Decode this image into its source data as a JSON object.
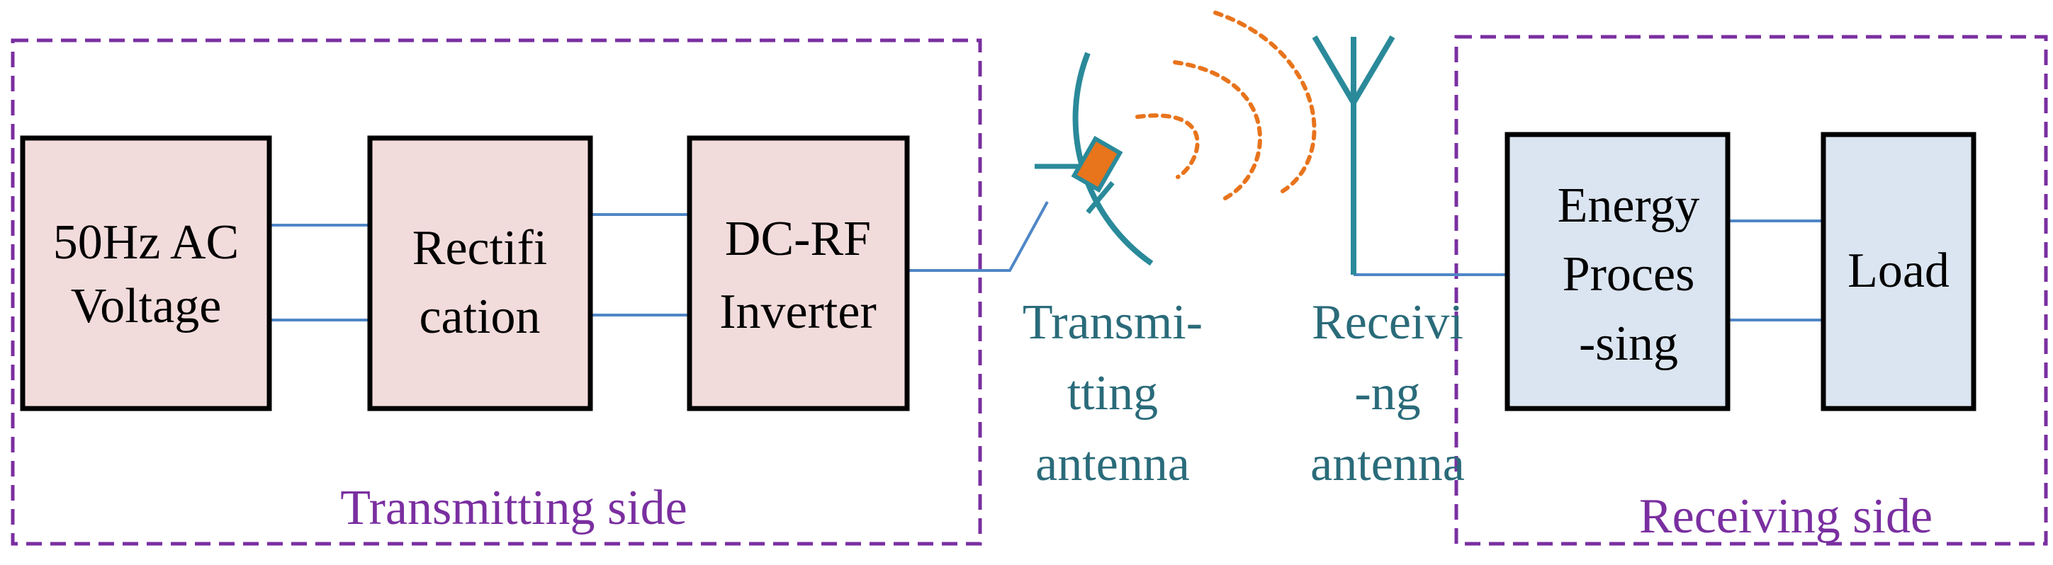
{
  "groups": {
    "transmitting": {
      "label": "Transmitting side"
    },
    "receiving": {
      "label": "Receiving side"
    }
  },
  "blocks": {
    "ac_voltage": {
      "line1": "50Hz AC",
      "line2": "Voltage"
    },
    "rectification": {
      "line1": "Rectifi",
      "line2": "cation"
    },
    "inverter": {
      "line1": "DC-RF",
      "line2": "Inverter"
    },
    "energy_processing": {
      "line1": "Energy",
      "line2": "Proces",
      "line3": "-sing"
    },
    "load": {
      "line1": "Load"
    }
  },
  "antennas": {
    "transmitting": {
      "line1": "Transmi-",
      "line2": "tting",
      "line3": "antenna"
    },
    "receiving": {
      "line1": "Receivi",
      "line2": "-ng",
      "line3": "antenna"
    }
  },
  "colors": {
    "transmit_block_fill": "#f2dcdb",
    "receive_block_fill": "#dbe5f1",
    "block_border": "#000000",
    "connector": "#4f86c6",
    "group_border": "#7a2fa0",
    "antenna": "#2a8a9a",
    "antenna_label": "#2a6b7a",
    "emitter": "#e8741c",
    "waves": "#e8741c"
  },
  "icons": {
    "dish": "dish-antenna-icon",
    "mast": "trident-antenna-icon",
    "waves": "radio-waves-icon"
  }
}
